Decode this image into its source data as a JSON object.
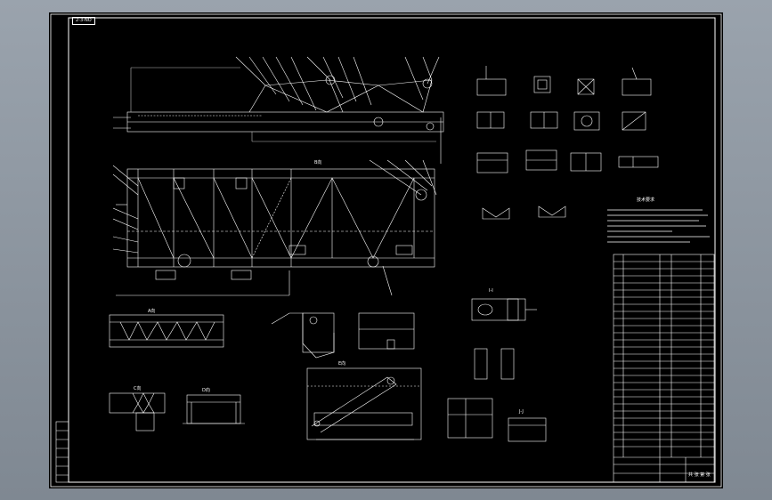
{
  "drawing_number": "2-3-NO",
  "views": {
    "view_a": "A向",
    "view_b": "B向",
    "view_c": "C向",
    "view_d": "D向",
    "view_e": "E向",
    "section_i": "I-I",
    "section_j": "J-J"
  },
  "notes": {
    "heading": "技术要求"
  },
  "title_block": {
    "sheet_label": "共 张 第 张"
  }
}
